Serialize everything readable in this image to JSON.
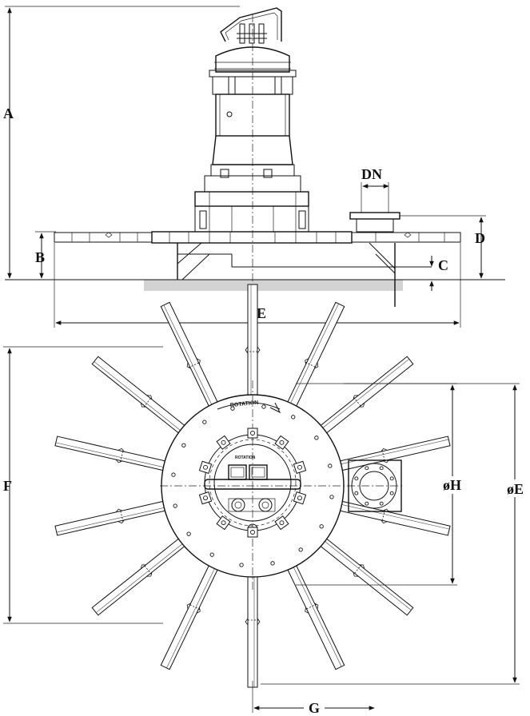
{
  "labels": {
    "A": "A",
    "B": "B",
    "C": "C",
    "D": "D",
    "DN": "DN",
    "E_side": "øE",
    "F": "F",
    "G": "G",
    "H": "øH",
    "E_plan": "øE"
  },
  "annotations": {
    "rotation_outer": "ROTATION",
    "rotation_inner": "ROTATION"
  },
  "colors": {
    "line": "#111111",
    "ground": "#d3d3d3",
    "background": "#ffffff"
  }
}
